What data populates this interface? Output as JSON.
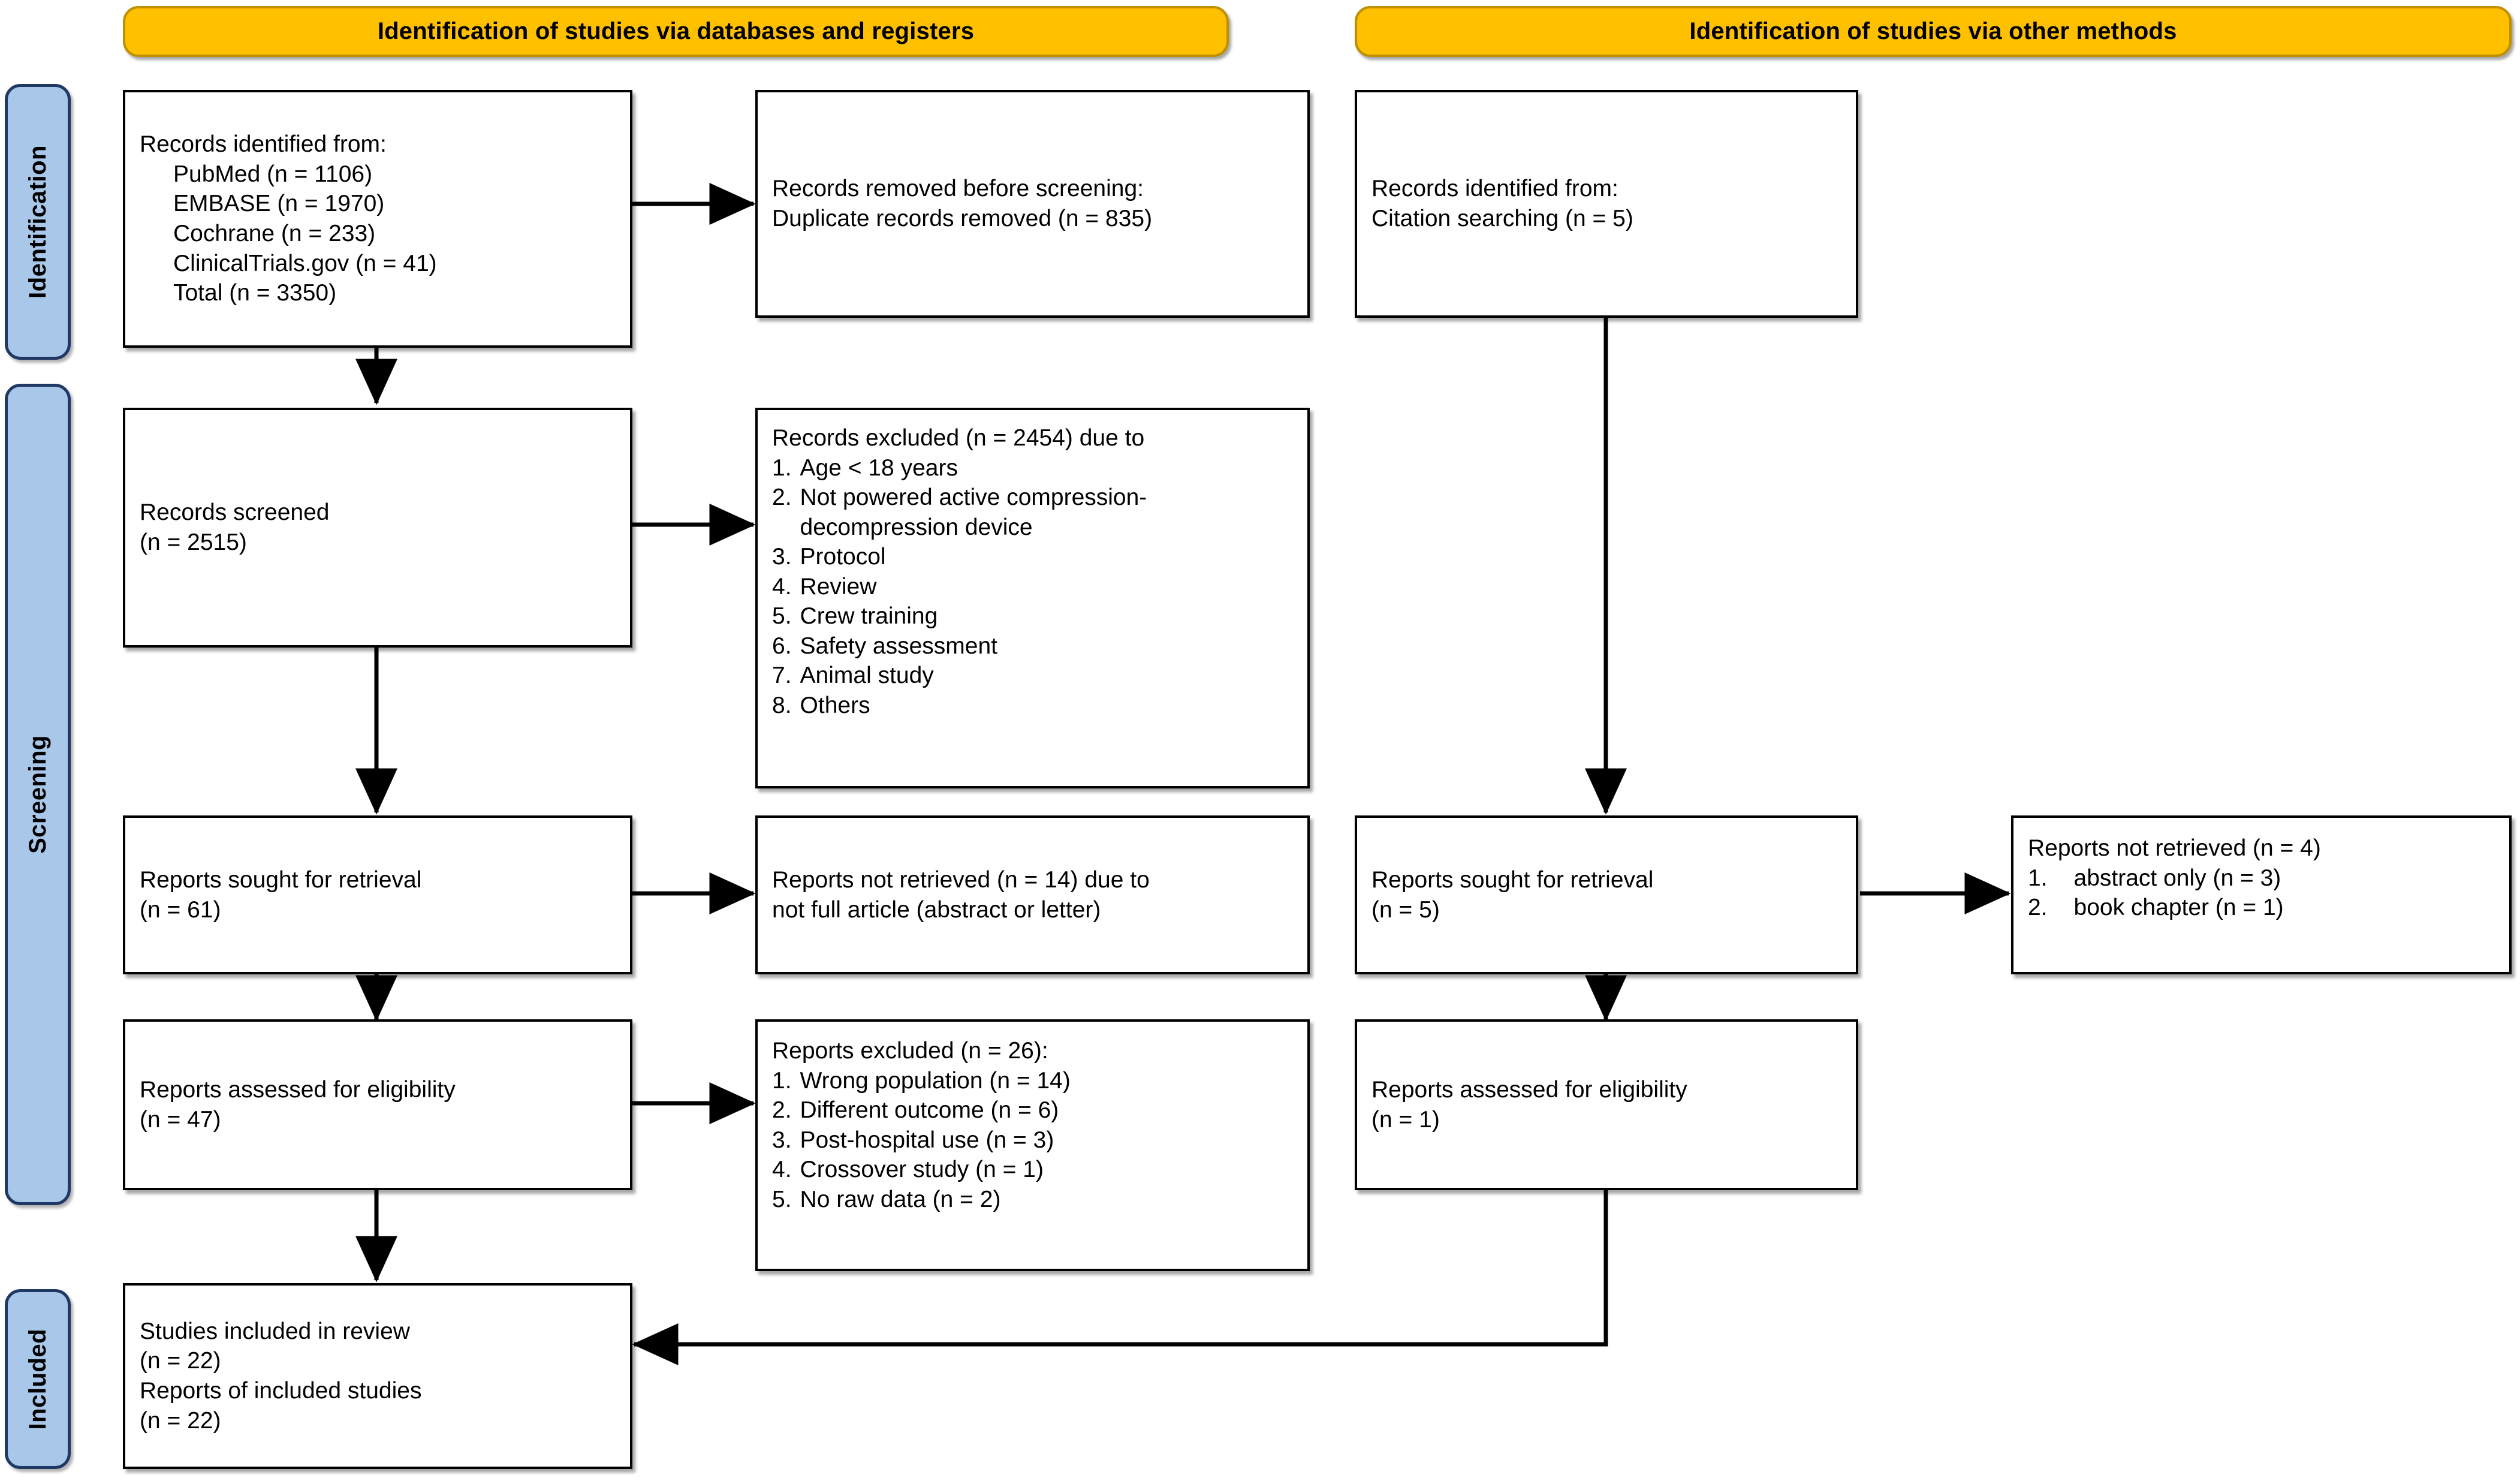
{
  "figure": {
    "type": "prisma-flow-diagram",
    "title": "PRISMA 2020 flow diagram"
  },
  "colors": {
    "banner_fill": "#FFC000",
    "banner_border": "#BF8F00",
    "stage_fill": "#A9C7E8",
    "stage_border": "#1F3864",
    "box_fill": "#FFFFFF",
    "box_border": "#000000",
    "connector": "#000000",
    "page_background": "#FFFFFF"
  },
  "banners": [
    {
      "id": "databases",
      "label": "Identification of studies via databases and registers"
    },
    {
      "id": "other",
      "label": "Identification of studies via other methods"
    }
  ],
  "stage_labels": [
    {
      "id": "identification",
      "label": "Identification"
    },
    {
      "id": "screening",
      "label": "Screening"
    },
    {
      "id": "included",
      "label": "Included"
    }
  ],
  "boxes": {
    "records_identified_db": {
      "lines": [
        "Records identified from:",
        "PubMed (n = 1106)",
        "EMBASE (n = 1970)",
        "Cochrane (n = 233)",
        "ClinicalTrials.gov (n = 41)",
        "Total (n = 3350)"
      ]
    },
    "records_removed": {
      "lines": [
        "Records removed before screening:",
        "Duplicate records removed (n = 835)"
      ]
    },
    "records_identified_other": {
      "lines": [
        "Records identified from:",
        "Citation searching (n = 5)"
      ]
    },
    "records_screened": {
      "lines": [
        "Records screened",
        "(n = 2515)"
      ]
    },
    "records_excluded": {
      "heading": "Records excluded (n = 2454) due to",
      "items": [
        {
          "num": "1.",
          "text": "Age < 18 years"
        },
        {
          "num": "2.",
          "text": "Not powered active compression-decompression device"
        },
        {
          "num": "3.",
          "text": "Protocol"
        },
        {
          "num": "4.",
          "text": "Review"
        },
        {
          "num": "5.",
          "text": "Crew training"
        },
        {
          "num": "6.",
          "text": "Safety assessment"
        },
        {
          "num": "7.",
          "text": "Animal study"
        },
        {
          "num": "8.",
          "text": "Others"
        }
      ]
    },
    "reports_sought_db": {
      "lines": [
        "Reports sought for retrieval",
        "(n = 61)"
      ]
    },
    "reports_not_retrieved_db": {
      "lines": [
        "Reports not retrieved (n = 14) due to",
        "not full article (abstract or letter)"
      ]
    },
    "reports_sought_other": {
      "lines": [
        "Reports sought for retrieval",
        "(n = 5)"
      ]
    },
    "reports_not_retrieved_other": {
      "heading": "Reports not retrieved (n = 4)",
      "items": [
        {
          "num": "1.",
          "text": "abstract only (n = 3)"
        },
        {
          "num": "2.",
          "text": "book chapter (n = 1)"
        }
      ]
    },
    "reports_assessed_db": {
      "lines": [
        "Reports assessed for eligibility",
        "(n = 47)"
      ]
    },
    "reports_excluded": {
      "heading": "Reports excluded (n = 26):",
      "items": [
        {
          "num": "1.",
          "text": "Wrong population (n = 14)"
        },
        {
          "num": "2.",
          "text": "Different outcome (n = 6)"
        },
        {
          "num": "3.",
          "text": "Post-hospital use (n = 3)"
        },
        {
          "num": "4.",
          "text": "Crossover study (n = 1)"
        },
        {
          "num": "5.",
          "text": "No raw data (n = 2)"
        }
      ]
    },
    "reports_assessed_other": {
      "lines": [
        "Reports assessed for eligibility",
        "(n = 1)"
      ]
    },
    "studies_included": {
      "lines": [
        "Studies included in review",
        "(n = 22)",
        "Reports of included studies",
        "(n = 22)"
      ]
    }
  }
}
